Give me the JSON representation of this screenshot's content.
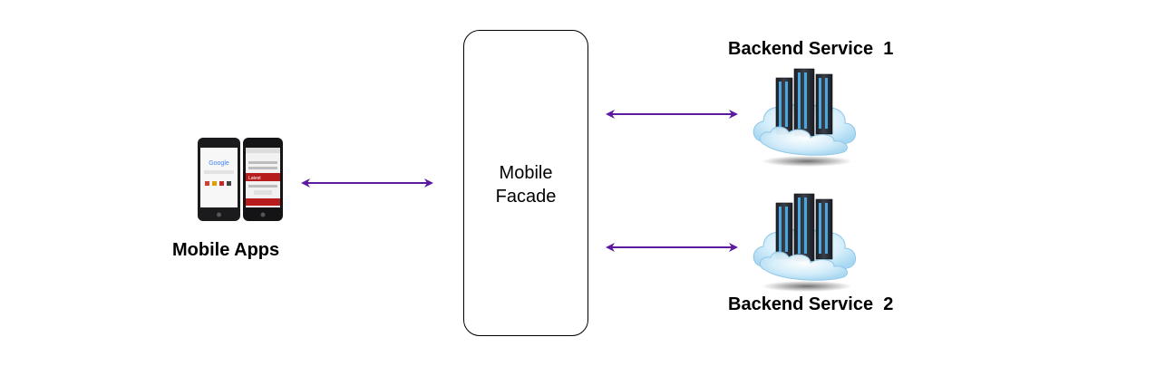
{
  "nodes": {
    "mobile_apps": {
      "label": "Mobile Apps",
      "icon": "smartphones-icon"
    },
    "mobile_facade": {
      "line1": "Mobile",
      "line2": "Facade"
    },
    "backend_service_1": {
      "label": "Backend Service  1",
      "icon": "cloud-server-icon"
    },
    "backend_service_2": {
      "label": "Backend Service  2",
      "icon": "cloud-server-icon"
    }
  },
  "phone_screens": {
    "left_logo": "Google",
    "right_banner": "Latest"
  },
  "edges": [
    {
      "from": "mobile_apps",
      "to": "mobile_facade",
      "style": "bidirectional"
    },
    {
      "from": "mobile_facade",
      "to": "backend_service_1",
      "style": "bidirectional"
    },
    {
      "from": "mobile_facade",
      "to": "backend_service_2",
      "style": "bidirectional"
    }
  ],
  "colors": {
    "arrow": "#5b1aa0",
    "cloud": "#cfeaf8",
    "server": "#2b2f38",
    "server_light": "#49a7de"
  }
}
